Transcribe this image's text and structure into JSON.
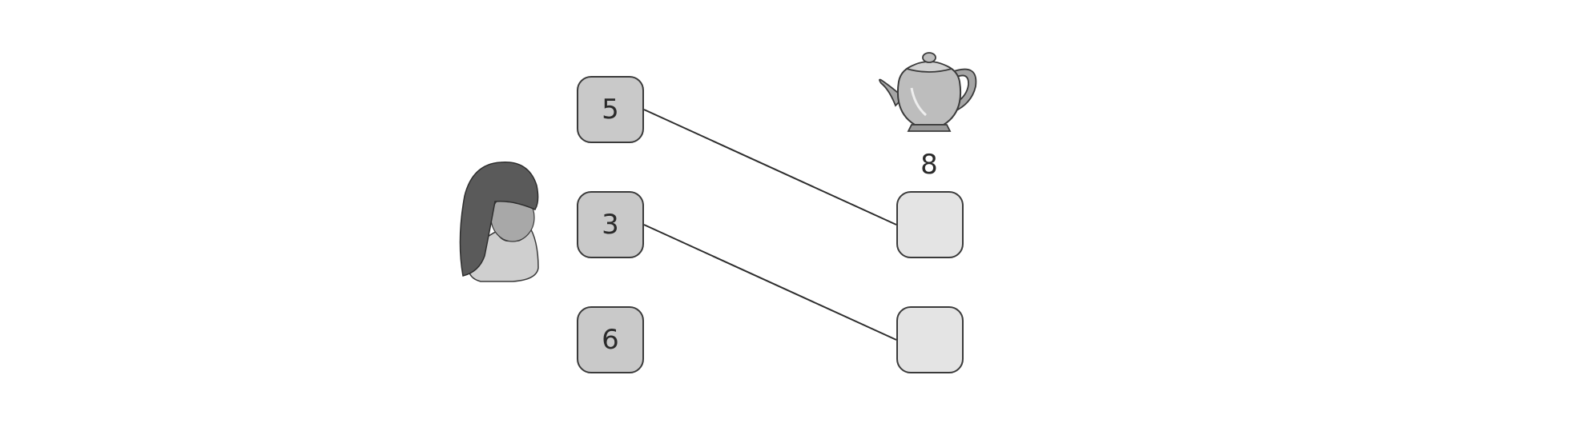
{
  "diagram": {
    "left_column": [
      {
        "id": "l1",
        "value": "5"
      },
      {
        "id": "l2",
        "value": "3"
      },
      {
        "id": "l3",
        "value": "6"
      }
    ],
    "right_column": [
      {
        "id": "r1",
        "value": ""
      },
      {
        "id": "r2",
        "value": ""
      }
    ],
    "right_label": "8",
    "connections": [
      {
        "from": "l1",
        "to": "r1"
      },
      {
        "from": "l2",
        "to": "r2"
      }
    ],
    "icons": {
      "person": "girl-icon",
      "object": "teapot-icon"
    }
  }
}
